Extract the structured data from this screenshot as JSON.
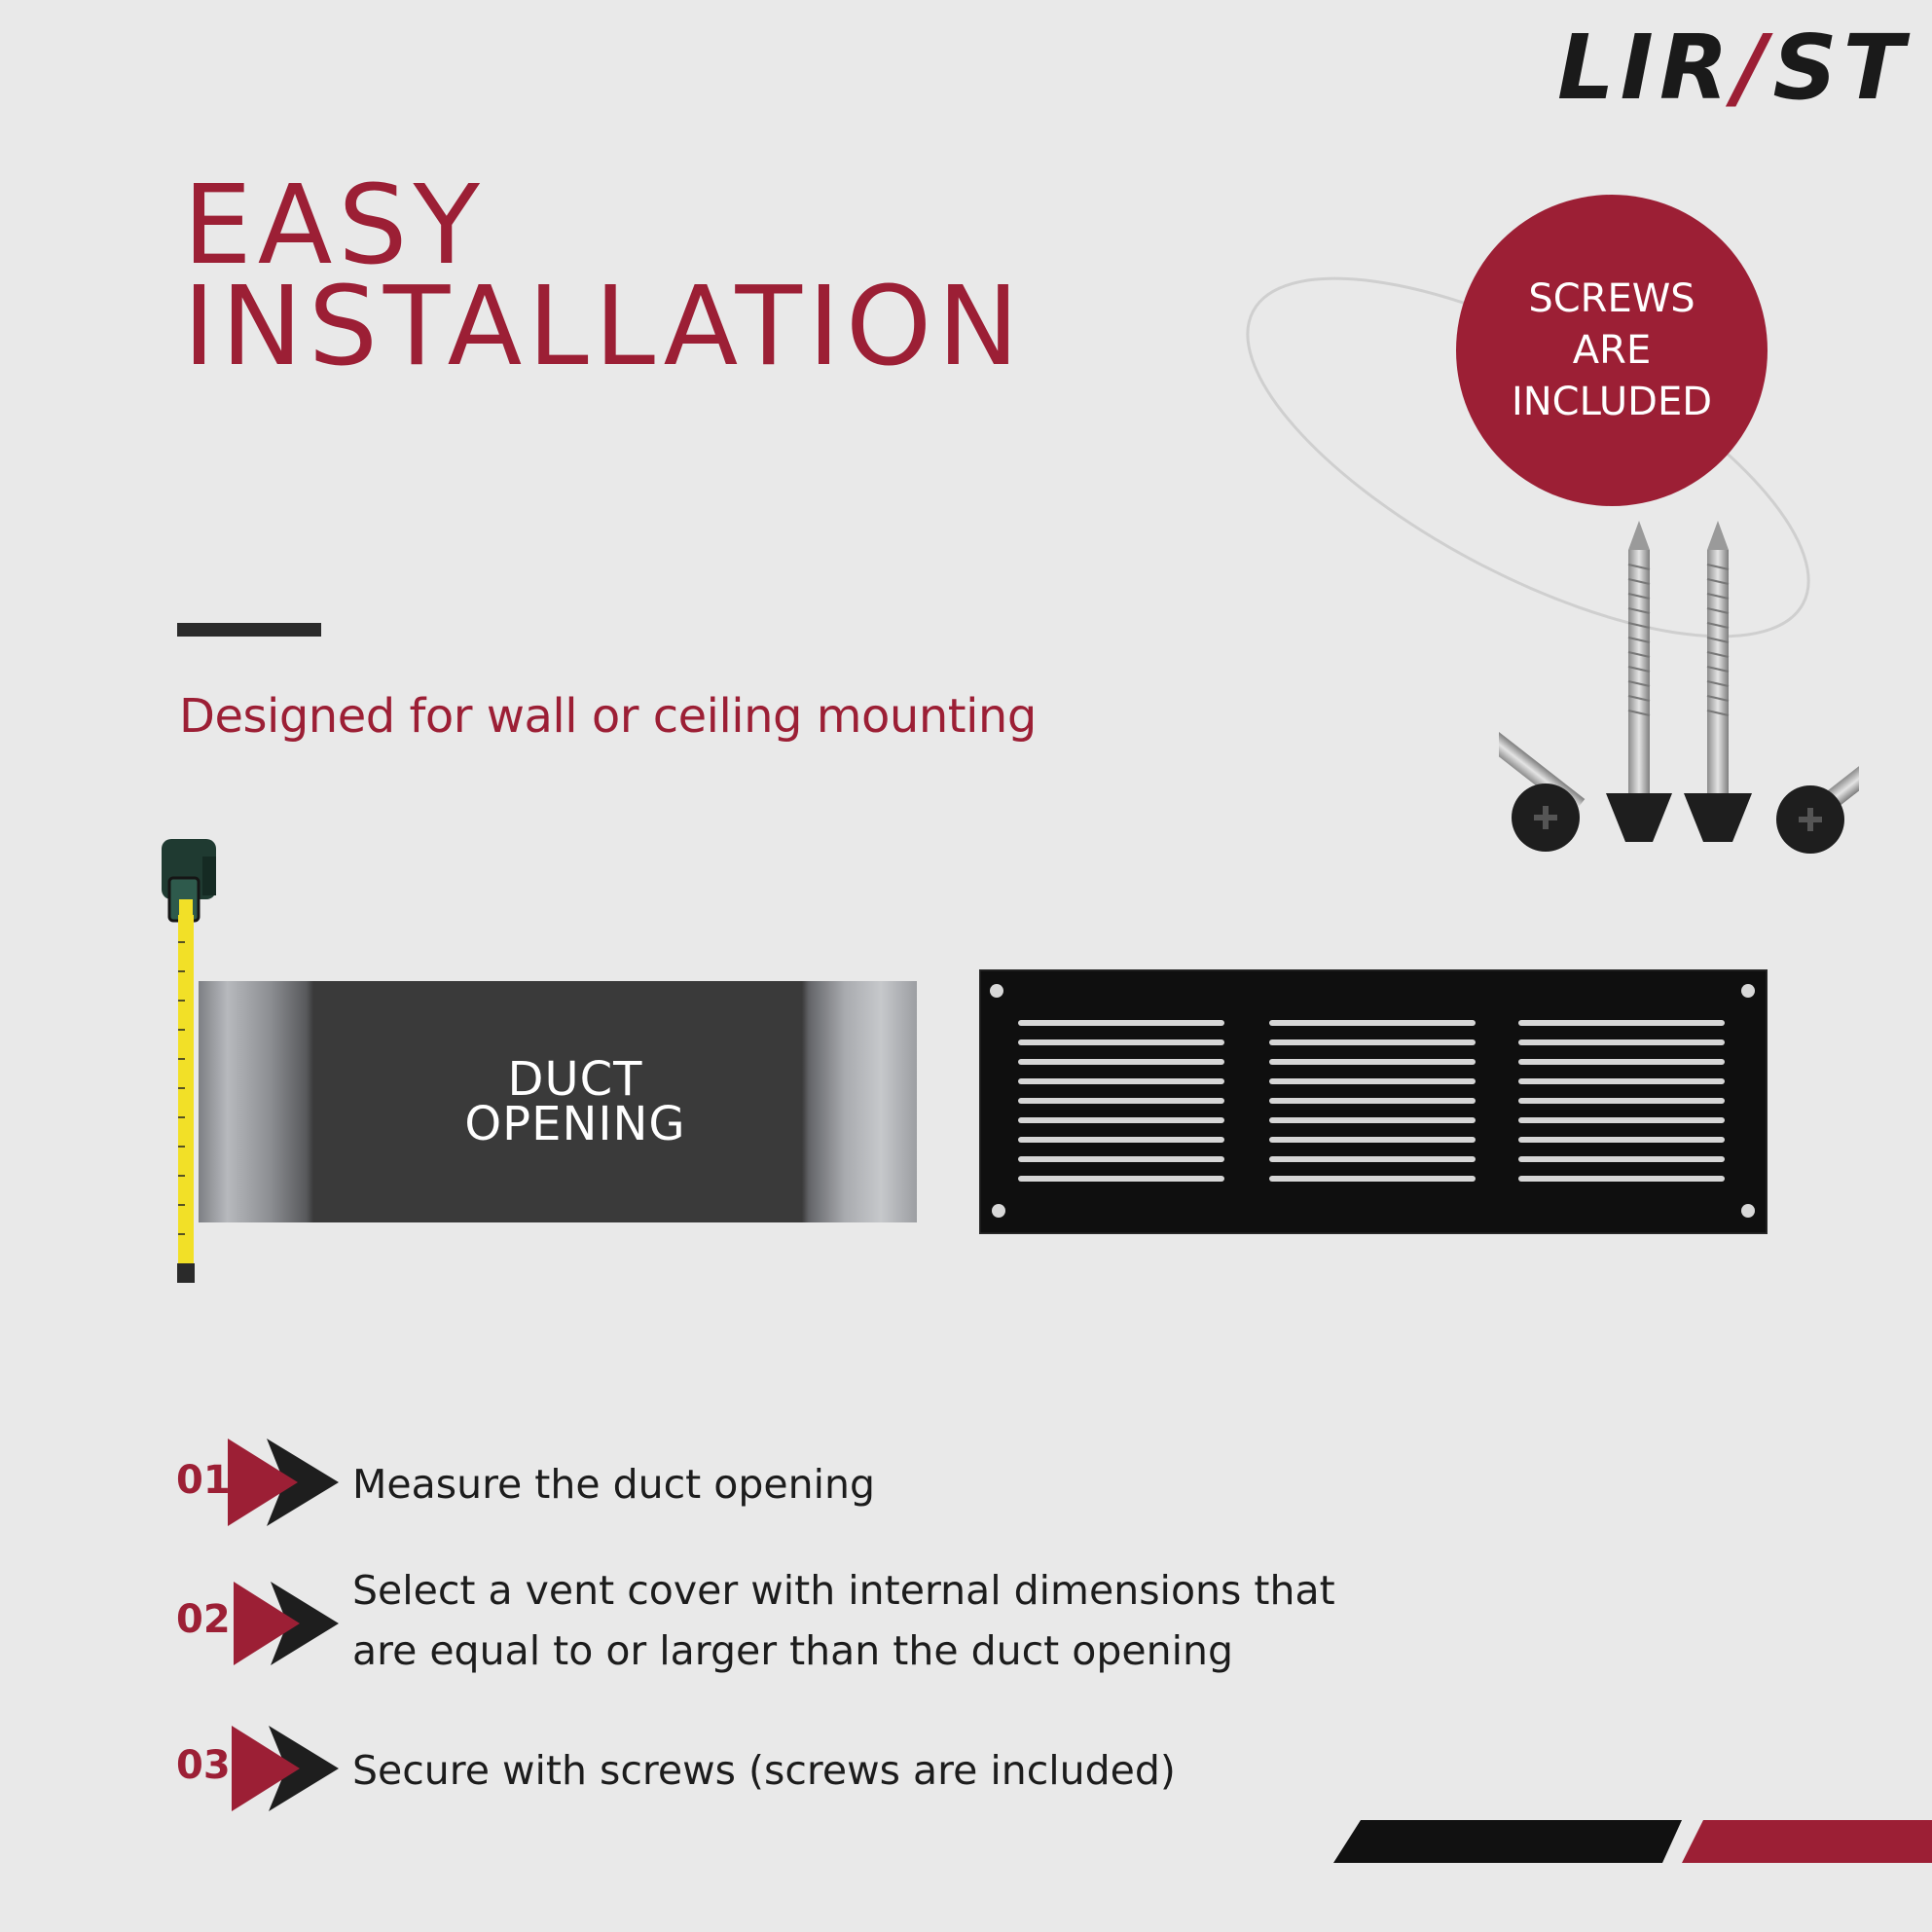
{
  "brand": {
    "logo_prefix": "LIR",
    "logo_accent": "/",
    "logo_suffix": "ST"
  },
  "headline": {
    "title": "EASY\nINSTALLATION",
    "subtitle": "Designed for wall or ceiling mounting"
  },
  "badge": {
    "text": "SCREWS\nARE\nINCLUDED"
  },
  "illustration": {
    "duct_label": "DUCT\nOPENING"
  },
  "steps": [
    {
      "number": "01",
      "text": "Measure the duct opening"
    },
    {
      "number": "02",
      "text": "Select a vent cover with internal dimensions that are equal to or larger than the duct opening"
    },
    {
      "number": "03",
      "text": "Secure with screws (screws are included)"
    }
  ],
  "colors": {
    "accent": "#9c1f35",
    "dark": "#1a1a1a",
    "background": "#e9e9e9"
  }
}
